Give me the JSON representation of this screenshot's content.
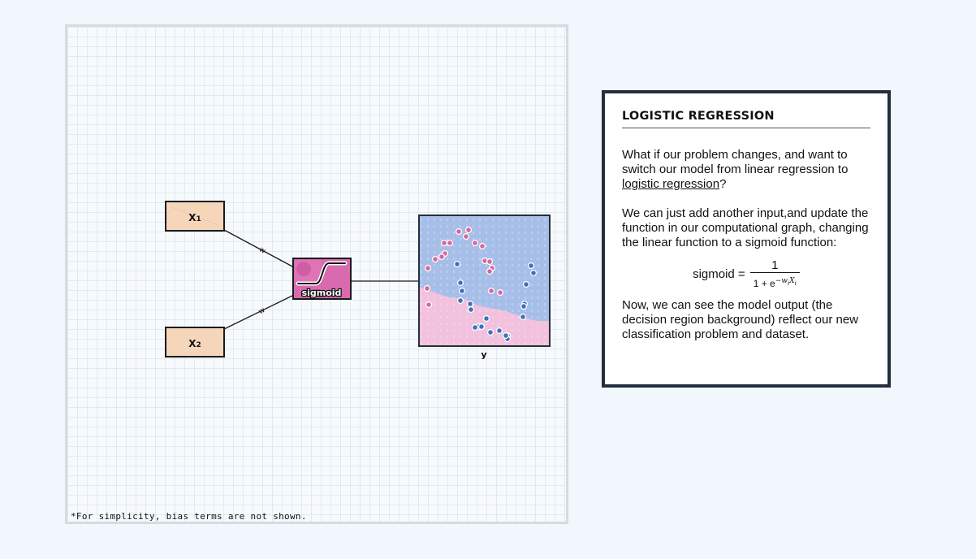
{
  "graph": {
    "inputs": [
      {
        "label": "X",
        "sub": "1"
      },
      {
        "label": "X",
        "sub": "2"
      }
    ],
    "edge_weight_label": "w",
    "activation_label": "sigmoid",
    "output_label": "y",
    "footnote": "*For simplicity, bias terms are not shown."
  },
  "panel": {
    "title": "LOGISTIC REGRESSION",
    "para1_before": "What if our problem changes, and want to switch our model from linear regression to ",
    "para1_link": "logistic regression",
    "para1_after": "?",
    "para2": "We can just add another input,and update the function in our computational graph, changing the linear function to a sigmoid function:",
    "formula_lhs": "sigmoid = ",
    "formula_num": "1",
    "formula_den_prefix": "1 + e",
    "formula_den_exp": "−w",
    "formula_den_exp_sub": "i",
    "formula_den_exp_x": "X",
    "formula_den_exp_x_sub": "i",
    "para3": "Now, we can see the model output (the decision region background) reflect our new classification problem and dataset."
  },
  "colors": {
    "input_fill": "#f6d6bb",
    "sigmoid_fill": "#d96ab0",
    "region_blue": "#a7bfe8",
    "region_pink": "#f2c1dd",
    "point_pink": "#d9669e",
    "point_blue": "#3f6fbf",
    "border_dark": "#232f3e"
  }
}
